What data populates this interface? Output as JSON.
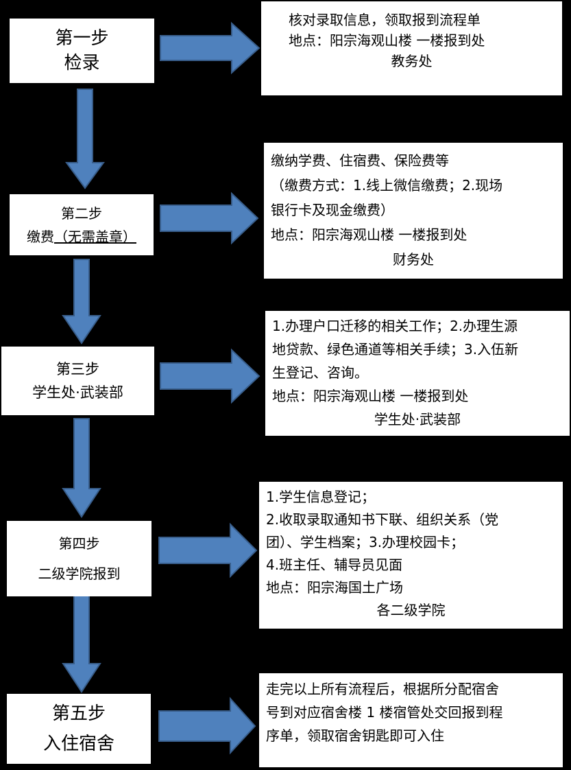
{
  "steps": [
    {
      "title": "第一步",
      "subtitle": "检录"
    },
    {
      "title": "第二步",
      "subtitle": "缴费",
      "subtitle_underlined": "（无需盖章）"
    },
    {
      "title": "第三步",
      "subtitle": "学生处·武装部"
    },
    {
      "title": "第四步",
      "subtitle": "二级学院报到"
    },
    {
      "title": "第五步",
      "subtitle": "入住宿舍"
    }
  ],
  "details": [
    {
      "lines": [
        "核对录取信息，领取报到流程单",
        "地点：阳宗海观山楼  一楼报到处",
        "教务处"
      ]
    },
    {
      "lines": [
        "缴纳学费、住宿费、保险费等",
        "（缴费方式：1.线上微信缴费；2.现场",
        "银行卡及现金缴费）",
        "地点：阳宗海观山楼  一楼报到处",
        "财务处"
      ]
    },
    {
      "lines": [
        "1.办理户口迁移的相关工作；2.办理生源",
        "地贷款、绿色通道等相关手续；3.入伍新",
        "生登记、咨询。",
        "地点：阳宗海观山楼  一楼报到处",
        "学生处·武装部"
      ]
    },
    {
      "lines": [
        "1.学生信息登记；",
        "2.收取录取通知书下联、组织关系（党",
        "团）、学生档案；3.办理校园卡；",
        "4.班主任、辅导员见面",
        "地点：阳宗海国土广场",
        "各二级学院"
      ]
    },
    {
      "lines": [
        "走完以上所有流程后，根据所分配宿舍",
        "号到对应宿舍楼 1 楼宿管处交回报到程",
        "序单，领取宿舍钥匙即可入住"
      ]
    }
  ],
  "colors": {
    "arrow_fill": "#4F81BD",
    "arrow_stroke": "#385D8A",
    "background": "#000000",
    "box": "#ffffff"
  }
}
